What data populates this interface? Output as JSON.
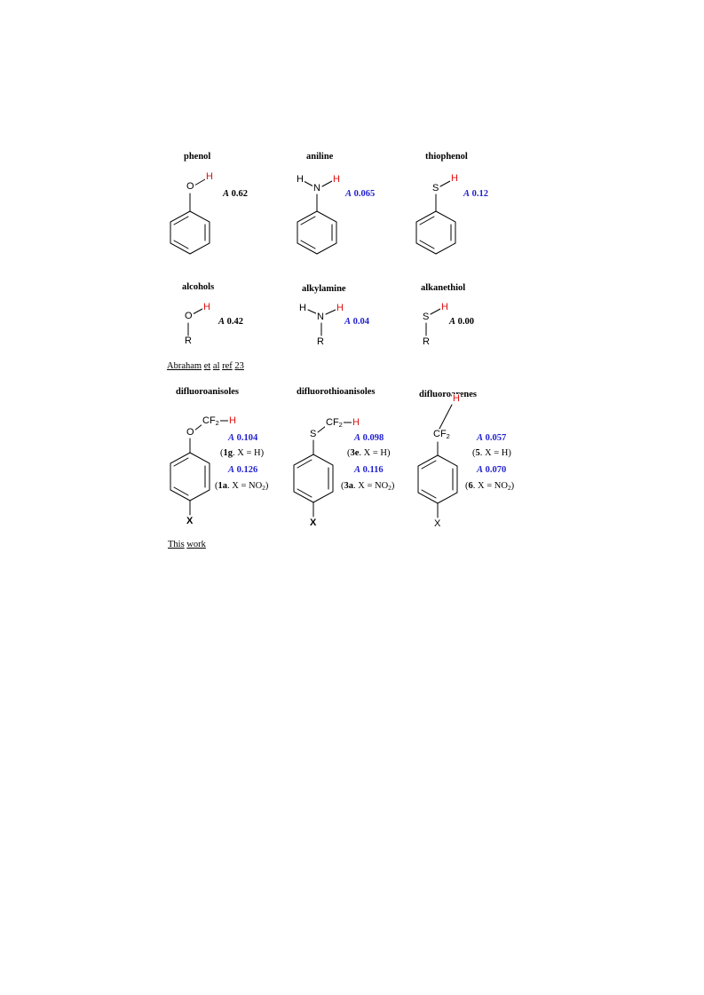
{
  "colors": {
    "accent_blue": "#1f1fd0",
    "hydrogen_red": "#e01010",
    "black": "#000000"
  },
  "row1": {
    "phenol": {
      "name": "phenol",
      "atoms": [
        "O",
        "H"
      ],
      "A_symbol": "A",
      "A_value": "0.62",
      "value_color": "black"
    },
    "aniline": {
      "name": "aniline",
      "atoms": [
        "H",
        "N",
        "H"
      ],
      "A_symbol": "A",
      "A_value": "0.065",
      "value_color": "blue"
    },
    "thiophenol": {
      "name": "thiophenol",
      "atoms": [
        "S",
        "H"
      ],
      "A_symbol": "A",
      "A_value": "0.12",
      "value_color": "blue"
    }
  },
  "row2": {
    "alcohols": {
      "name": "alcohols",
      "atoms": [
        "O",
        "H",
        "R"
      ],
      "A_symbol": "A",
      "A_value": "0.42",
      "value_color": "black"
    },
    "alkylamine": {
      "name": "alkylamine",
      "atoms": [
        "H",
        "N",
        "H",
        "R"
      ],
      "A_symbol": "A",
      "A_value": "0.04",
      "value_color": "blue"
    },
    "alkanethiol": {
      "name": "alkanethiol",
      "atoms": [
        "S",
        "H",
        "R"
      ],
      "A_symbol": "A",
      "A_value": "0.00",
      "value_color": "black"
    }
  },
  "ref_abraham": {
    "words": [
      "Abraham",
      "et",
      "al",
      "ref",
      "23"
    ]
  },
  "row3": {
    "difluoroanisoles": {
      "name": "difluoroanisoles",
      "atoms": {
        "O": "O",
        "CF": "CF",
        "sub": "2",
        "H": "H",
        "X": "X"
      },
      "entries": [
        {
          "A_symbol": "A",
          "A_value": "0.104",
          "cmpd": "1g",
          "sub_text": ". X = H)"
        },
        {
          "A_symbol": "A",
          "A_value": "0.126",
          "cmpd": "1a",
          "sub_text": ". X = NO",
          "sub2": "2",
          "close": ")"
        }
      ]
    },
    "difluorothioanisoles": {
      "name": "difluorothioanisoles",
      "atoms": {
        "S": "S",
        "CF": "CF",
        "sub": "2",
        "H": "H",
        "X": "X"
      },
      "entries": [
        {
          "A_symbol": "A",
          "A_value": "0.098",
          "cmpd": "3e",
          "sub_text": ". X = H)"
        },
        {
          "A_symbol": "A",
          "A_value": "0.116",
          "cmpd": "3a",
          "sub_text": ". X = NO",
          "sub2": "2",
          "close": ")"
        }
      ]
    },
    "difluoroarenes": {
      "name": "difluoroarenes",
      "atoms": {
        "H": "H",
        "CF": "CF",
        "sub": "2",
        "X": "X"
      },
      "entries": [
        {
          "A_symbol": "A",
          "A_value": "0.057",
          "cmpd": "5",
          "sub_text": ". X = H)"
        },
        {
          "A_symbol": "A",
          "A_value": "0.070",
          "cmpd": "6",
          "sub_text": ". X = NO",
          "sub2": "2",
          "close": ")"
        }
      ]
    }
  },
  "ref_this": {
    "words": [
      "This",
      "work"
    ]
  }
}
